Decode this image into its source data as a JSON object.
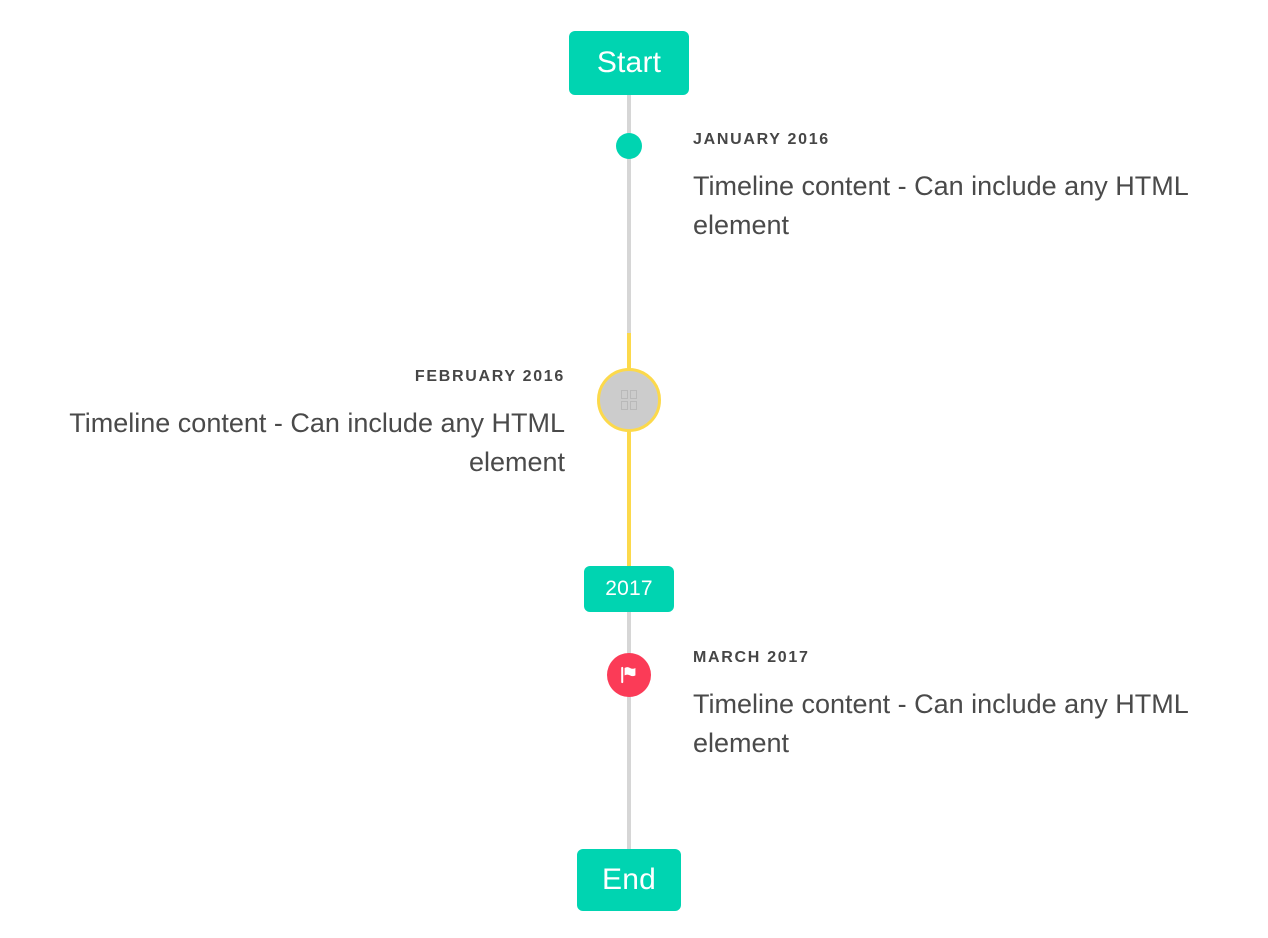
{
  "timeline": {
    "start_label": "Start",
    "end_label": "End",
    "year_divider_label": "2017",
    "colors": {
      "accent": "#00d4b1",
      "line": "#d6d6d6",
      "highlight_line": "#fcd94b",
      "pending_marker_fill": "#cccccc",
      "pending_marker_border": "#fcd94b",
      "flag_marker": "#fb3b57",
      "date_text": "#464646",
      "body_text": "#4a4a4a",
      "background": "#ffffff"
    },
    "events": [
      {
        "date": "JANUARY 2016",
        "body": "Timeline content - Can include any HTML element",
        "side": "right",
        "marker": "dot-icon"
      },
      {
        "date": "FEBRUARY 2016",
        "body": "Timeline content - Can include any HTML element",
        "side": "left",
        "marker": "pending-icon"
      },
      {
        "date": "MARCH 2017",
        "body": "Timeline content - Can include any HTML element",
        "side": "right",
        "marker": "flag-icon"
      }
    ]
  }
}
